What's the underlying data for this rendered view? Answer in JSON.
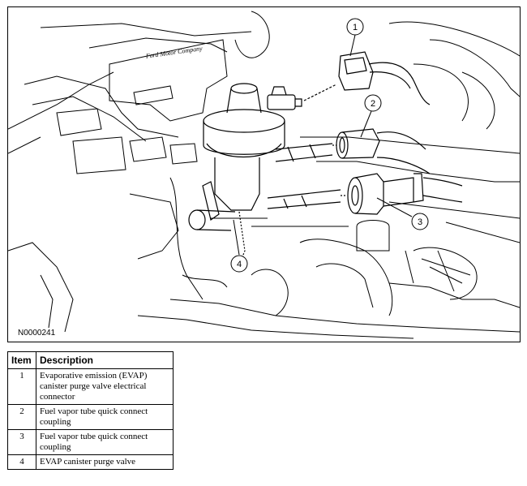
{
  "figure": {
    "code": "N0000241",
    "callouts": [
      "1",
      "2",
      "3",
      "4"
    ],
    "bracket_text": "Ford Motor Company"
  },
  "legend": {
    "headers": {
      "item": "Item",
      "description": "Description"
    },
    "rows": [
      {
        "item": "1",
        "description": "Evaporative emission (EVAP) canister purge valve electrical connector"
      },
      {
        "item": "2",
        "description": "Fuel vapor tube quick connect coupling"
      },
      {
        "item": "3",
        "description": "Fuel vapor tube quick connect coupling"
      },
      {
        "item": "4",
        "description": "EVAP canister purge valve"
      }
    ]
  }
}
